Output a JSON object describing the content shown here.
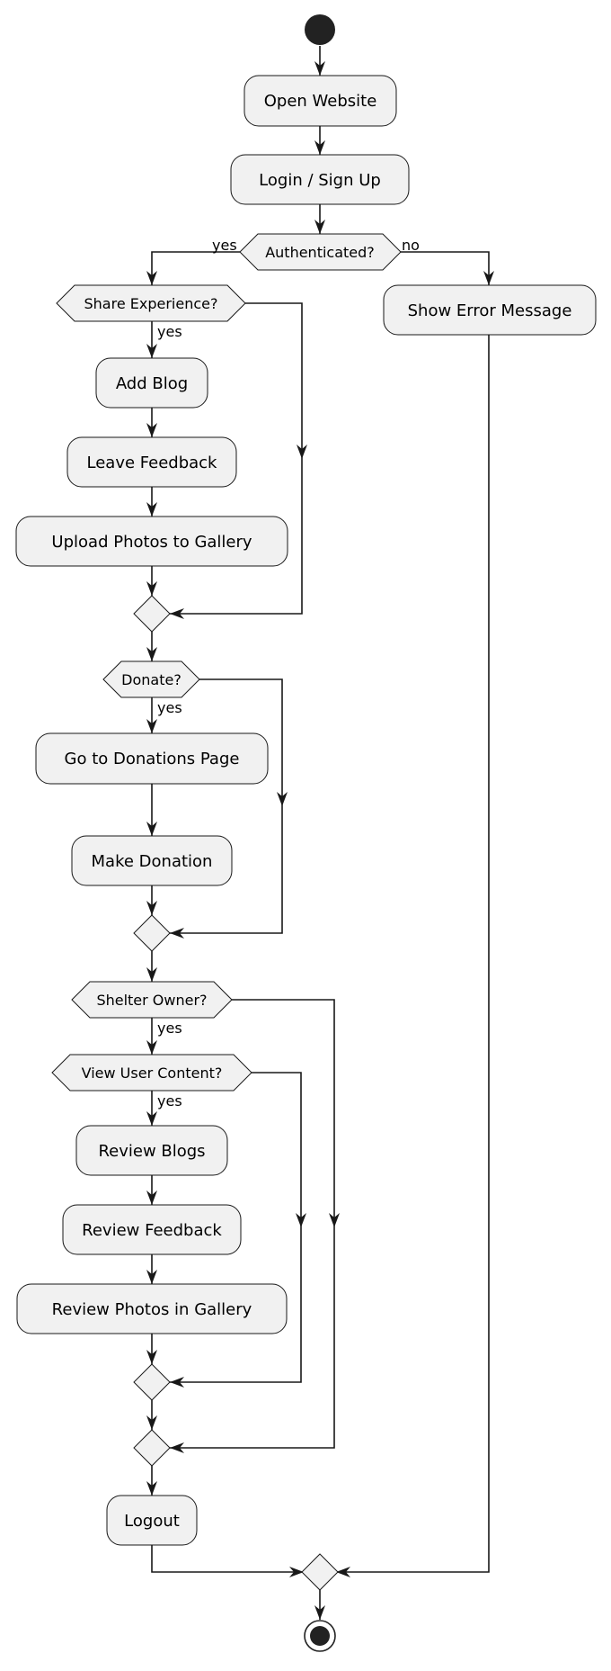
{
  "activities": {
    "open_website": "Open Website",
    "login": "Login / Sign Up",
    "show_error": "Show Error Message",
    "add_blog": "Add Blog",
    "leave_feedback": "Leave Feedback",
    "upload_photos": "Upload Photos to Gallery",
    "go_donations": "Go to Donations Page",
    "make_donation": "Make Donation",
    "review_blogs": "Review Blogs",
    "review_feedback": "Review Feedback",
    "review_photos": "Review Photos in Gallery",
    "logout": "Logout"
  },
  "decisions": {
    "authenticated": "Authenticated?",
    "share_experience": "Share Experience?",
    "donate": "Donate?",
    "shelter_owner": "Shelter Owner?",
    "view_user_content": "View User Content?"
  },
  "labels": {
    "yes": "yes",
    "no": "no"
  },
  "colors": {
    "node_fill": "#f1f1f1",
    "stroke": "#181818"
  }
}
